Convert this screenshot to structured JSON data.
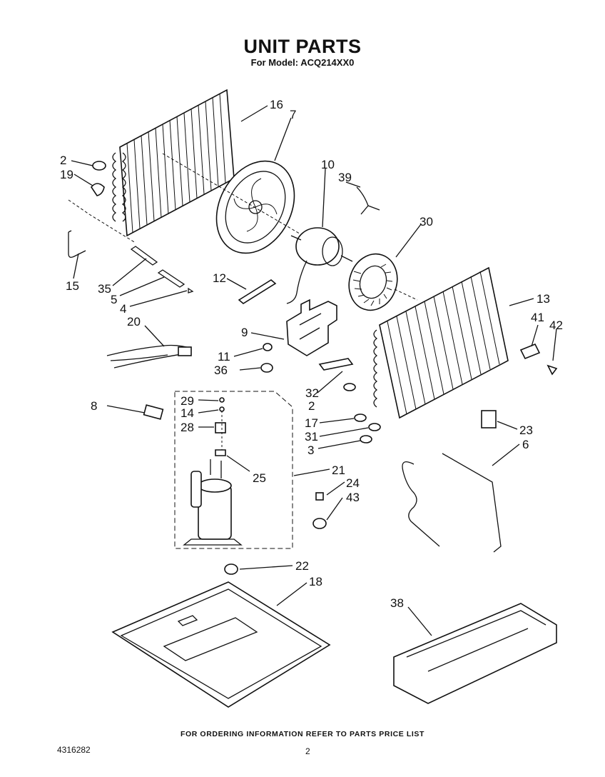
{
  "header": {
    "title": "UNIT PARTS",
    "subtitle": "For Model: ACQ214XX0"
  },
  "callouts": [
    "16",
    "7",
    "2",
    "19",
    "10",
    "39",
    "30",
    "15",
    "35",
    "5",
    "4",
    "12",
    "13",
    "41",
    "42",
    "20",
    "9",
    "11",
    "36",
    "32",
    "2",
    "8",
    "29",
    "14",
    "28",
    "17",
    "31",
    "3",
    "23",
    "6",
    "25",
    "21",
    "24",
    "43",
    "22",
    "18",
    "38"
  ],
  "footer": {
    "ordering_note": "FOR ORDERING INFORMATION REFER TO PARTS PRICE LIST",
    "doc_number": "4316282",
    "page_number": "2"
  }
}
